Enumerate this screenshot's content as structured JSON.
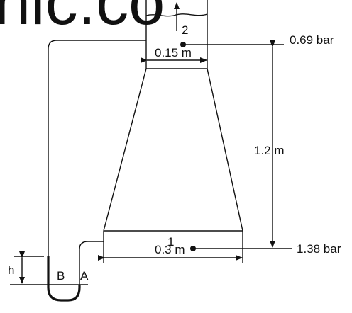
{
  "watermark": "nic.co",
  "diagram": {
    "section_top": "2",
    "section_bottom": "1",
    "pressure_top": "0.69 bar",
    "pressure_bottom": "1.38 bar",
    "diameter_top": "0.15 m",
    "diameter_bottom": "0.3 m",
    "height": "1.2 m",
    "manometer_height": "h",
    "point_b": "B",
    "point_a": "A"
  },
  "colors": {
    "ink": "#111111",
    "background": "#ffffff"
  }
}
